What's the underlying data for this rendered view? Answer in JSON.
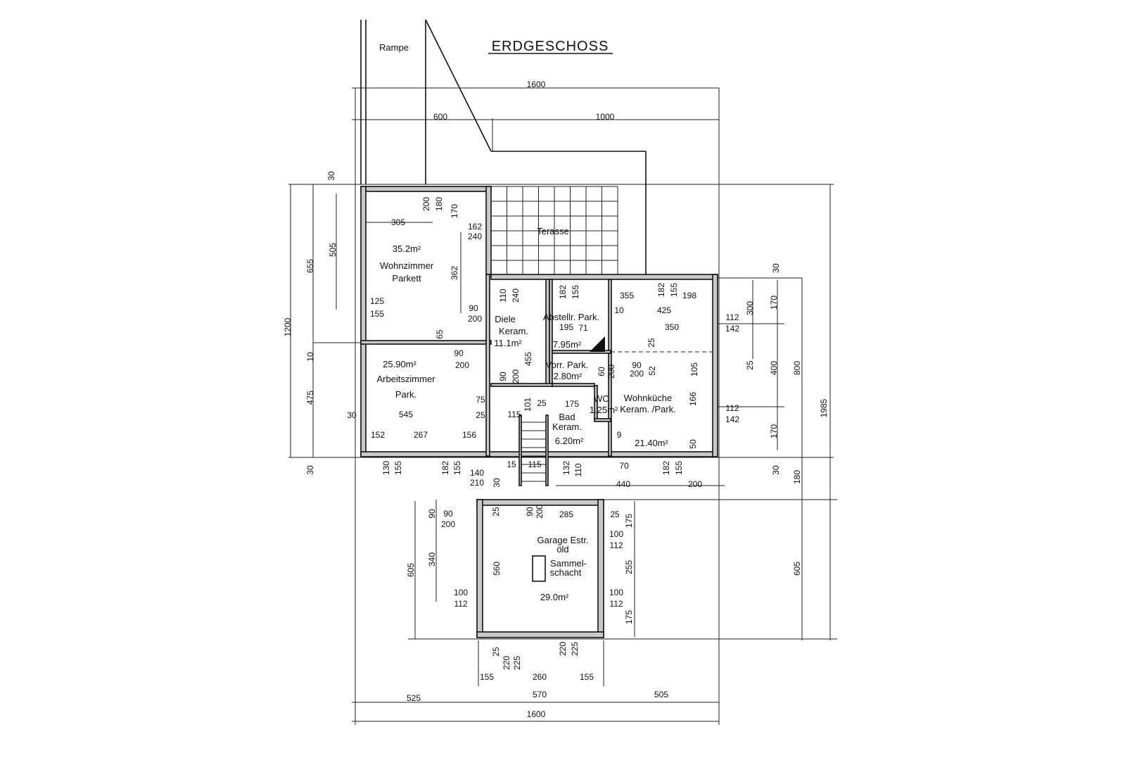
{
  "title": "ERDGESCHOSS",
  "labels": {
    "rampe": "Rampe",
    "terasse": "Terasse"
  },
  "rooms": [
    {
      "name": "Wohnzimmer",
      "floor": "Parkett",
      "area": "35.2m²"
    },
    {
      "name": "Arbeitszimmer",
      "floor": "Park.",
      "area": "25.90m²"
    },
    {
      "name": "Diele",
      "floor": "Keram.",
      "area": "11.1m²"
    },
    {
      "name": "Abstellr. Park.",
      "floor": "",
      "area": "7.95m²"
    },
    {
      "name": "Vorr. Park.",
      "floor": "",
      "area": "2.80m²"
    },
    {
      "name": "Bad",
      "floor": "Keram.",
      "area": "6.20m²"
    },
    {
      "name": "WC",
      "floor": "",
      "area": "1.25m²"
    },
    {
      "name": "Wohnküche",
      "floor": "Keram. /Park.",
      "area": "21.40m²"
    },
    {
      "name": "Garage Estr.",
      "floor": "öld",
      "area": "29.0m²"
    }
  ],
  "sammelschacht": [
    "Sammel-",
    "schacht"
  ],
  "dimensions": [
    "1600",
    "600",
    "1000",
    "1200",
    "655",
    "505",
    "10",
    "475",
    "30",
    "30",
    "305",
    "200",
    "180",
    "170",
    "162",
    "240",
    "362",
    "90",
    "200",
    "125",
    "155",
    "65",
    "90",
    "200",
    "30",
    "545",
    "152",
    "267",
    "156",
    "75",
    "25",
    "130",
    "155",
    "182",
    "155",
    "140",
    "210",
    "30",
    "15",
    "115",
    "132",
    "110",
    "70",
    "440",
    "182",
    "155",
    "200",
    "110",
    "240",
    "455",
    "90",
    "200",
    "115",
    "101",
    "25",
    "182",
    "155",
    "195",
    "71",
    "10",
    "60",
    "200",
    "175",
    "9",
    "355",
    "182",
    "155",
    "198",
    "425",
    "350",
    "25",
    "90",
    "200",
    "52",
    "105",
    "166",
    "50",
    "112",
    "142",
    "300",
    "170",
    "30",
    "25",
    "400",
    "800",
    "112",
    "142",
    "170",
    "30",
    "180",
    "1985",
    "605",
    "90",
    "200",
    "90",
    "340",
    "605",
    "25",
    "90",
    "200",
    "285",
    "25",
    "175",
    "100",
    "112",
    "560",
    "255",
    "100",
    "112",
    "100",
    "112",
    "175",
    "25",
    "220",
    "225",
    "220",
    "225",
    "155",
    "260",
    "155",
    "525",
    "570",
    "505",
    "1600"
  ]
}
